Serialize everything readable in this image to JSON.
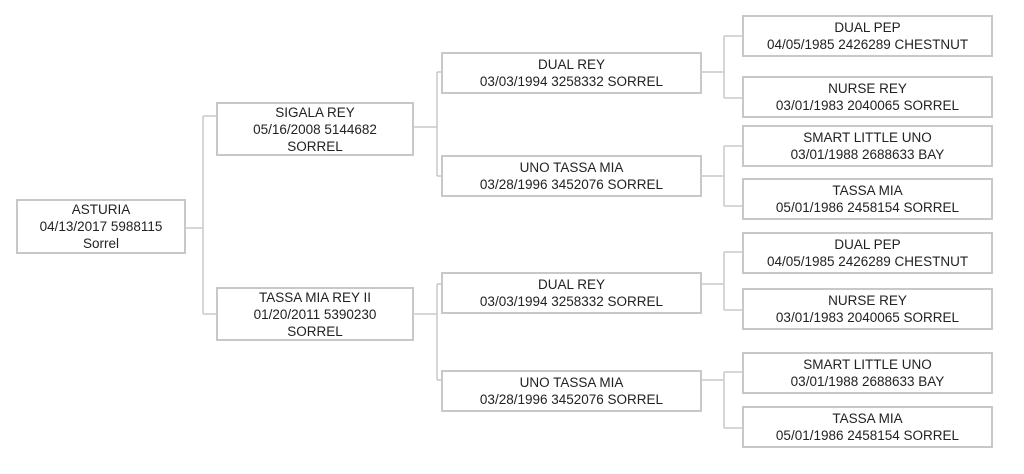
{
  "pedigree": {
    "subject": {
      "name": "ASTURIA",
      "details": "04/13/2017 5988115",
      "color": "Sorrel"
    },
    "sire": {
      "name": "SIGALA REY",
      "details": "05/16/2008 5144682",
      "color": "SORREL"
    },
    "dam": {
      "name": "TASSA MIA REY II",
      "details": "01/20/2011 5390230",
      "color": "SORREL"
    },
    "sire_sire": {
      "name": "DUAL REY",
      "details": "03/03/1994 3258332 SORREL"
    },
    "sire_dam": {
      "name": "UNO TASSA MIA",
      "details": "03/28/1996 3452076 SORREL"
    },
    "dam_sire": {
      "name": "DUAL REY",
      "details": "03/03/1994 3258332 SORREL"
    },
    "dam_dam": {
      "name": "UNO TASSA MIA",
      "details": "03/28/1996 3452076 SORREL"
    },
    "ss_sire": {
      "name": "DUAL PEP",
      "details": "04/05/1985 2426289 CHESTNUT"
    },
    "ss_dam": {
      "name": "NURSE REY",
      "details": "03/01/1983 2040065 SORREL"
    },
    "sd_sire": {
      "name": "SMART LITTLE UNO",
      "details": "03/01/1988 2688633 BAY"
    },
    "sd_dam": {
      "name": "TASSA MIA",
      "details": "05/01/1986 2458154 SORREL"
    },
    "ds_sire": {
      "name": "DUAL PEP",
      "details": "04/05/1985 2426289 CHESTNUT"
    },
    "ds_dam": {
      "name": "NURSE REY",
      "details": "03/01/1983 2040065 SORREL"
    },
    "dd_sire": {
      "name": "SMART LITTLE UNO",
      "details": "03/01/1988 2688633 BAY"
    },
    "dd_dam": {
      "name": "TASSA MIA",
      "details": "05/01/1986 2458154 SORREL"
    }
  }
}
